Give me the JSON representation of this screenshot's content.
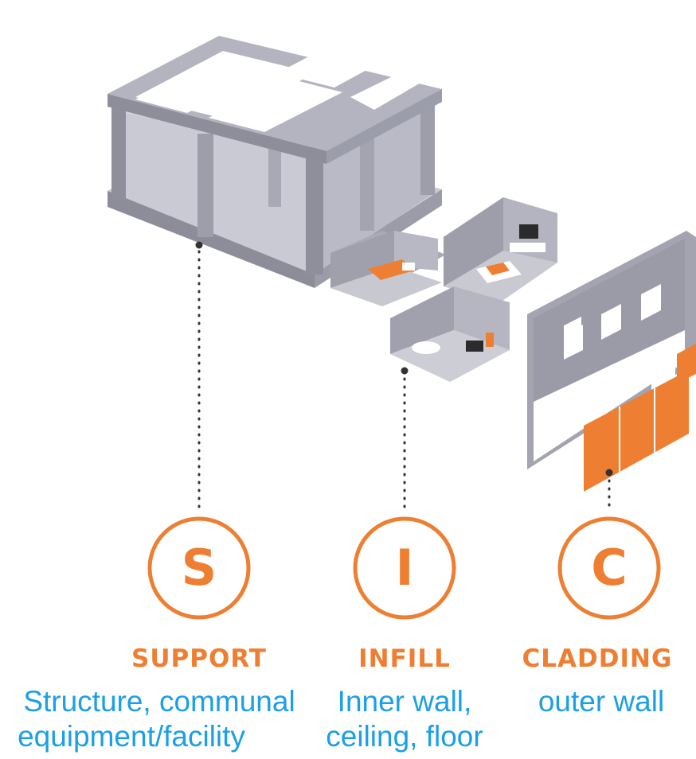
{
  "colors": {
    "accent_orange": "#ee7f32",
    "caption_blue": "#1b9fe6",
    "structure_gray": "#a7a8b4",
    "background": "#ffffff"
  },
  "components": [
    {
      "id": "support",
      "letter": "S",
      "category": "SUPPORT",
      "desc_line1": "Structure, communal",
      "desc_line2": "equipment/facility"
    },
    {
      "id": "infill",
      "letter": "I",
      "category": "INFILL",
      "desc_line1": "Inner wall,",
      "desc_line2": "ceiling, floor"
    },
    {
      "id": "cladding",
      "letter": "C",
      "category": "CLADDING",
      "desc_line1": "outer wall",
      "desc_line2": ""
    }
  ]
}
